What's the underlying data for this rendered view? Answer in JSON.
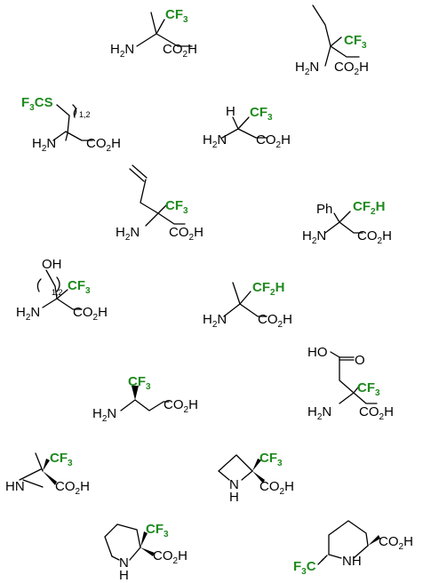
{
  "colors": {
    "fluoro_group": "#1f8a1f",
    "bond": "#000000"
  },
  "labels": {
    "cf3": "CF",
    "cf2h_a": "CF",
    "cf2h_b": "H",
    "h2n_a": "H",
    "h2n_b": "N",
    "co2h_a": "CO",
    "co2h_b": "H",
    "sub3": "3",
    "sub2": "2",
    "f3cs_a": "F",
    "f3cs_b": "CS",
    "f3c_a": "F",
    "f3c_b": "C",
    "h": "H",
    "ph": "Ph",
    "oh": "OH",
    "hooc": "HO",
    "o": "O",
    "hn": "HN",
    "n": "N",
    "range": "1,2"
  }
}
